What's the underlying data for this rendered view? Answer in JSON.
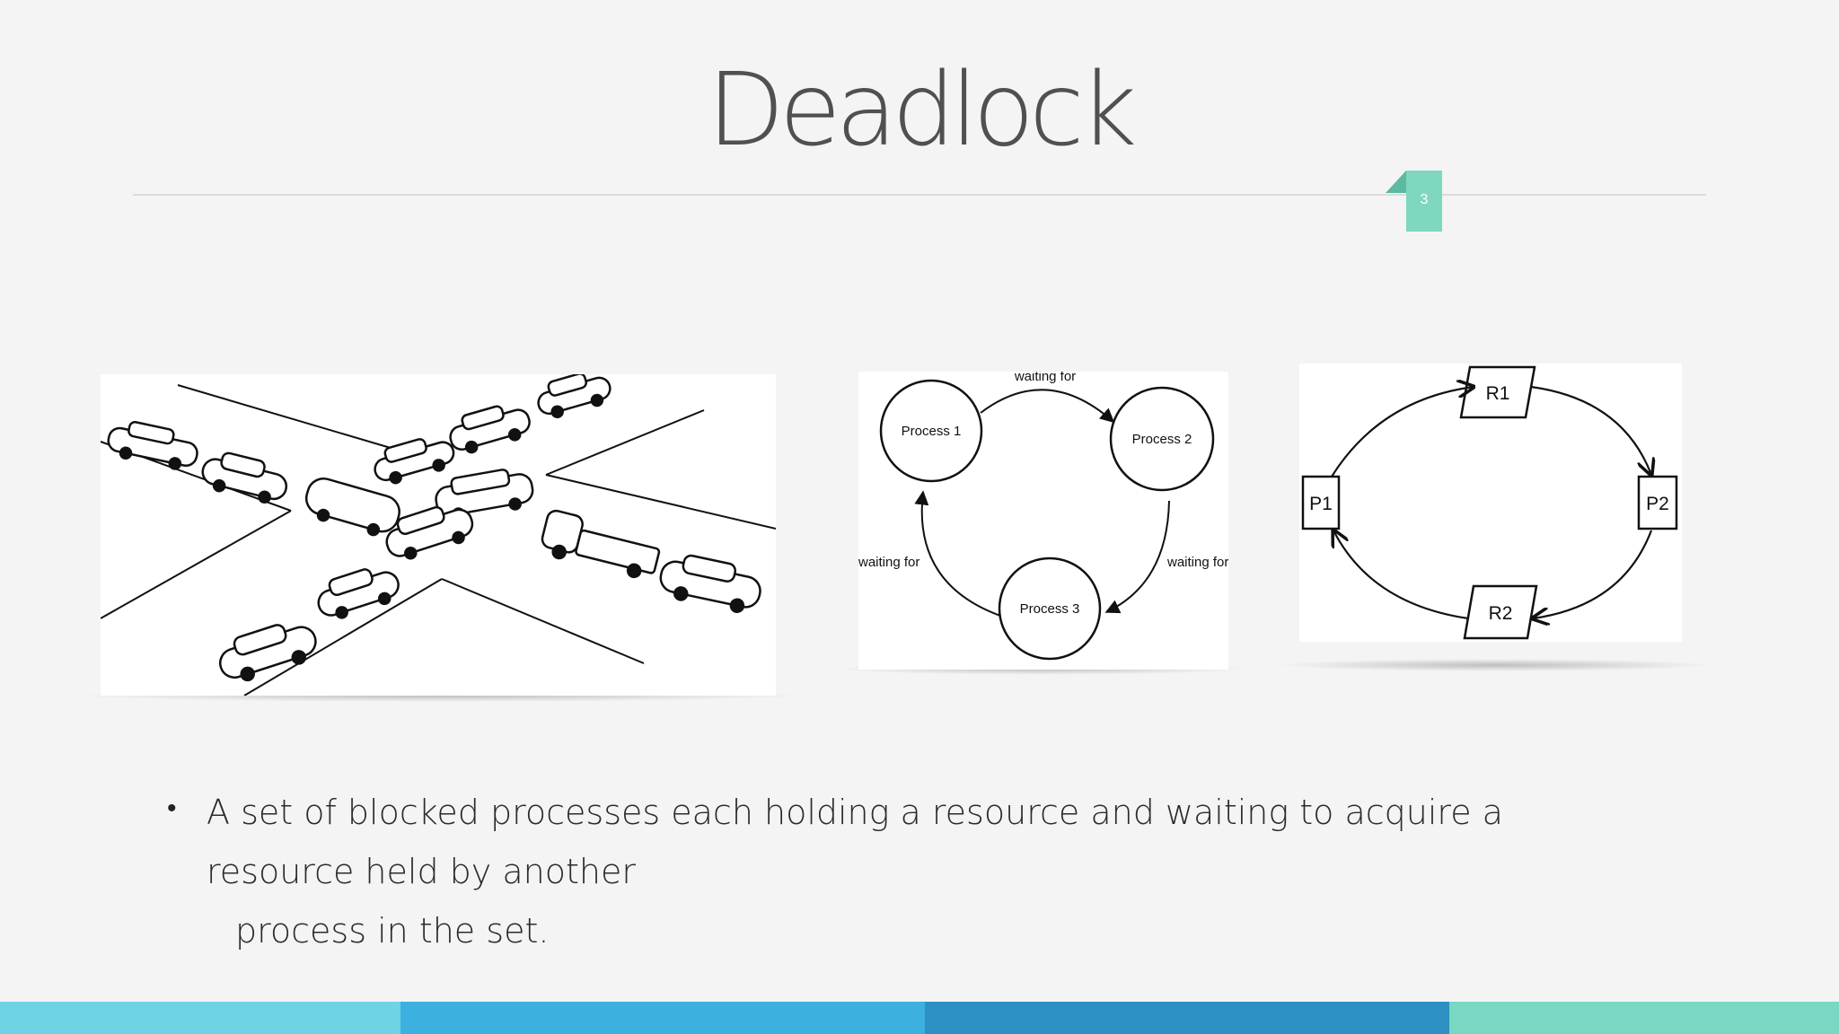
{
  "slide": {
    "title": "Deadlock",
    "page_number": "3",
    "bullet_line1": "A set of blocked processes each holding a resource and waiting to acquire a resource held by another",
    "bullet_line2": "process in the set.",
    "bullet_marker": "•"
  },
  "cycle_diagram": {
    "nodes": [
      "Process 1",
      "Process 2",
      "Process 3"
    ],
    "edge_label_top": "waiting for",
    "edge_label_left": "waiting for",
    "edge_label_right": "waiting for"
  },
  "resource_graph": {
    "process_p1": "P1",
    "process_p2": "P2",
    "resource_r1": "R1",
    "resource_r2": "R2"
  },
  "colors": {
    "accent_teal": "#7fd7bf",
    "footer_segments": [
      "#6fd3e6",
      "#3cb1df",
      "#2e8fc2",
      "#78d8c1"
    ]
  }
}
